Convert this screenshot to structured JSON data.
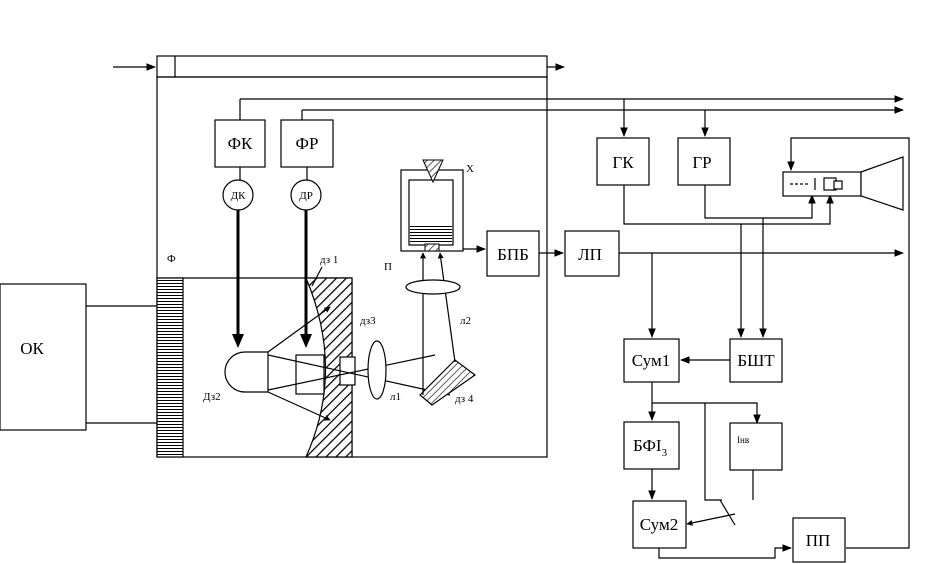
{
  "blocks": {
    "ok": "ОК",
    "fk": "ФК",
    "fr": "ФР",
    "dk": "ДК",
    "dr": "ДР",
    "gk": "ГК",
    "gr": "ГР",
    "bpb": "БПБ",
    "lp": "ЛП",
    "sum1": "Сум1",
    "bsht": "БШТ",
    "bfi_main": "БФІ",
    "bfi_sub": "3",
    "inv": "Інв",
    "sum2": "Сум2",
    "pp": "ПП"
  },
  "labels": {
    "f": "Ф",
    "dz1": "дз 1",
    "dz2": "Дз2",
    "dz3": "дз3",
    "dz4": "дз 4",
    "l1": "л1",
    "l2": "л2",
    "p": "П",
    "x": "Х"
  }
}
